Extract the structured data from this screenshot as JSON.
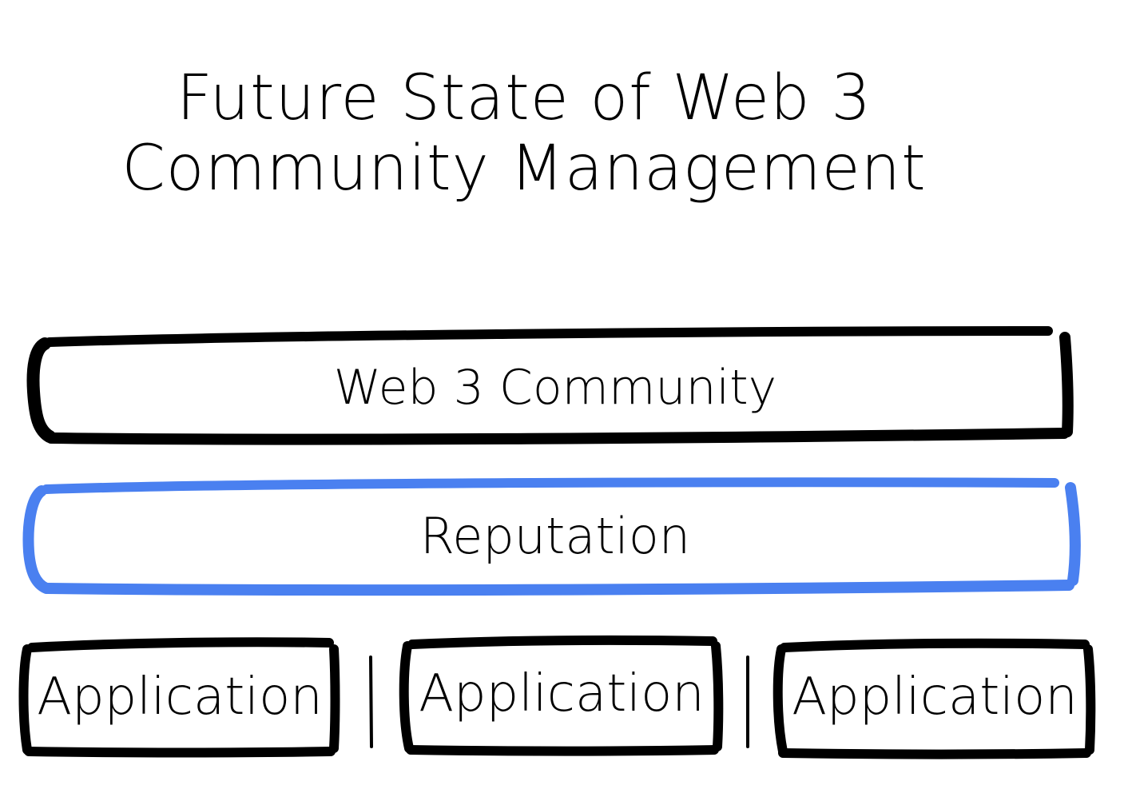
{
  "title": {
    "line1": "Future State of Web 3",
    "line2": "Community Management"
  },
  "layers": {
    "community": {
      "label": "Web 3 Community",
      "border_color": "#000000"
    },
    "reputation": {
      "label": "Reputation",
      "border_color": "#4a80f0"
    },
    "applications": [
      {
        "label": "Application"
      },
      {
        "label": "Application"
      },
      {
        "label": "Application"
      }
    ]
  }
}
